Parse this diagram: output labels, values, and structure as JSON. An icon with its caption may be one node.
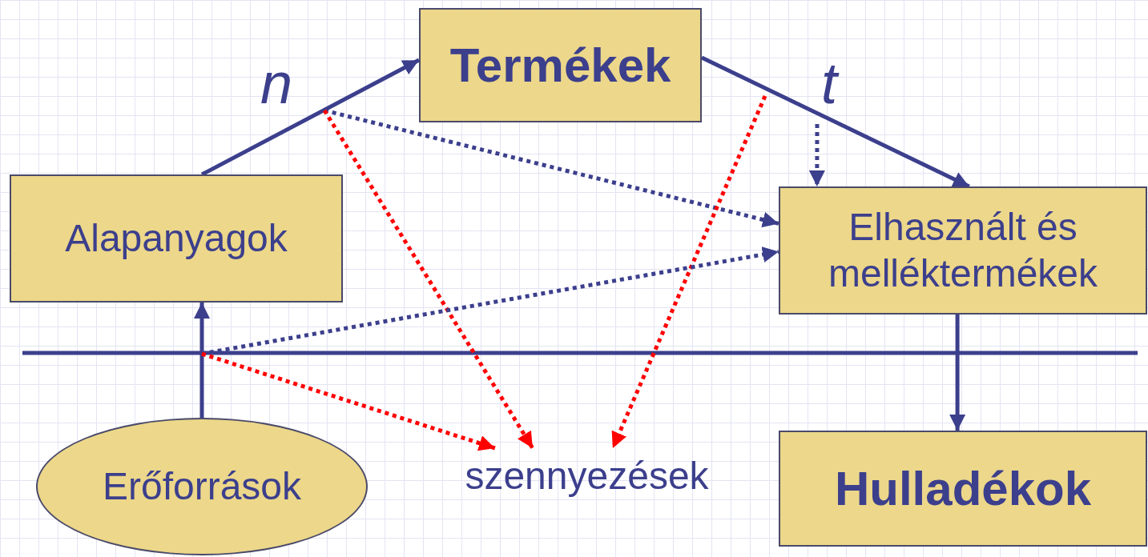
{
  "diagram": {
    "nodes": [
      {
        "text": [
          "Termékek"
        ]
      },
      {
        "text": [
          "Alapanyagok"
        ]
      },
      {
        "text": [
          "Elhasznált és melléktermékek"
        ]
      },
      {
        "text": [
          "Erőforrások"
        ]
      },
      {
        "text": [
          "szennyezések"
        ]
      },
      {
        "text": [
          "Hulladékok"
        ]
      }
    ],
    "edges": [
      {
        "from": 1,
        "to": 0,
        "arrow": "to",
        "label": "n"
      },
      {
        "from": 0,
        "to": 2,
        "arrow": "to",
        "label": "t"
      },
      {
        "from": 3,
        "to": 1,
        "arrow": "to"
      },
      {
        "from": 2,
        "to": 5,
        "arrow": "to"
      },
      {
        "from": null,
        "to": 2,
        "arrow": "to",
        "style": "dashed"
      },
      {
        "from": null,
        "to": 4,
        "arrow": "to",
        "style": "dashed",
        "color": "#ff0000"
      },
      {
        "from": null,
        "to": 2,
        "arrow": "to",
        "style": "dashed"
      },
      {
        "from": null,
        "to": 4,
        "arrow": "to",
        "style": "dashed",
        "color": "#ff0000"
      },
      {
        "from": null,
        "to": 2,
        "arrow": "to",
        "style": "dashed"
      },
      {
        "from": null,
        "to": 4,
        "arrow": "to",
        "style": "dashed",
        "color": "#ff0000"
      }
    ]
  }
}
